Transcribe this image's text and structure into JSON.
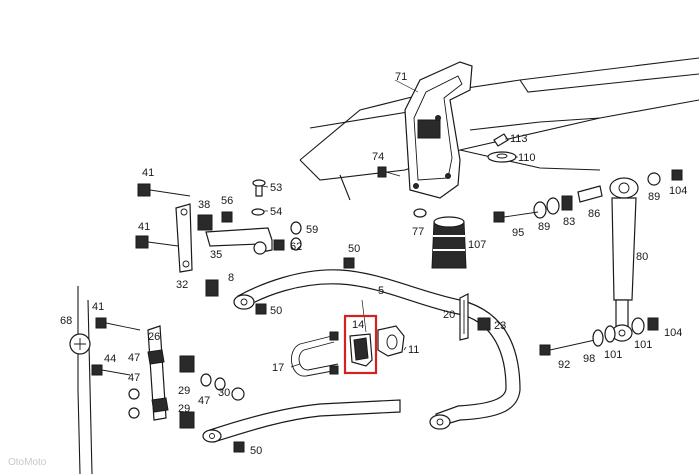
{
  "labels": {
    "p71": "71",
    "p113": "113",
    "p110": "110",
    "p74": "74",
    "p41a": "41",
    "p53": "53",
    "p38": "38",
    "p56": "56",
    "p54": "54",
    "p41b": "41",
    "p59": "59",
    "p77": "77",
    "p107": "107",
    "p35": "35",
    "p62": "62",
    "p50a": "50",
    "p32": "32",
    "p89a": "89",
    "p104a": "104",
    "p86": "86",
    "p95": "95",
    "p89b": "89",
    "p83": "83",
    "p80": "80",
    "p8": "8",
    "p5": "5",
    "p50b": "50",
    "p68": "68",
    "p41c": "41",
    "p26": "26",
    "p14": "14",
    "p20": "20",
    "p23": "23",
    "p44": "44",
    "p47a": "47",
    "p11": "11",
    "p17": "17",
    "p47b": "47",
    "p29a": "29",
    "p30": "30",
    "p47c": "47",
    "p29b": "29",
    "p50c": "50",
    "p92": "92",
    "p98": "98",
    "p101a": "101",
    "p101b": "101",
    "p104b": "104"
  },
  "highlight": {
    "part": "14",
    "color": "#d42020"
  },
  "watermark": "OtoMoto"
}
